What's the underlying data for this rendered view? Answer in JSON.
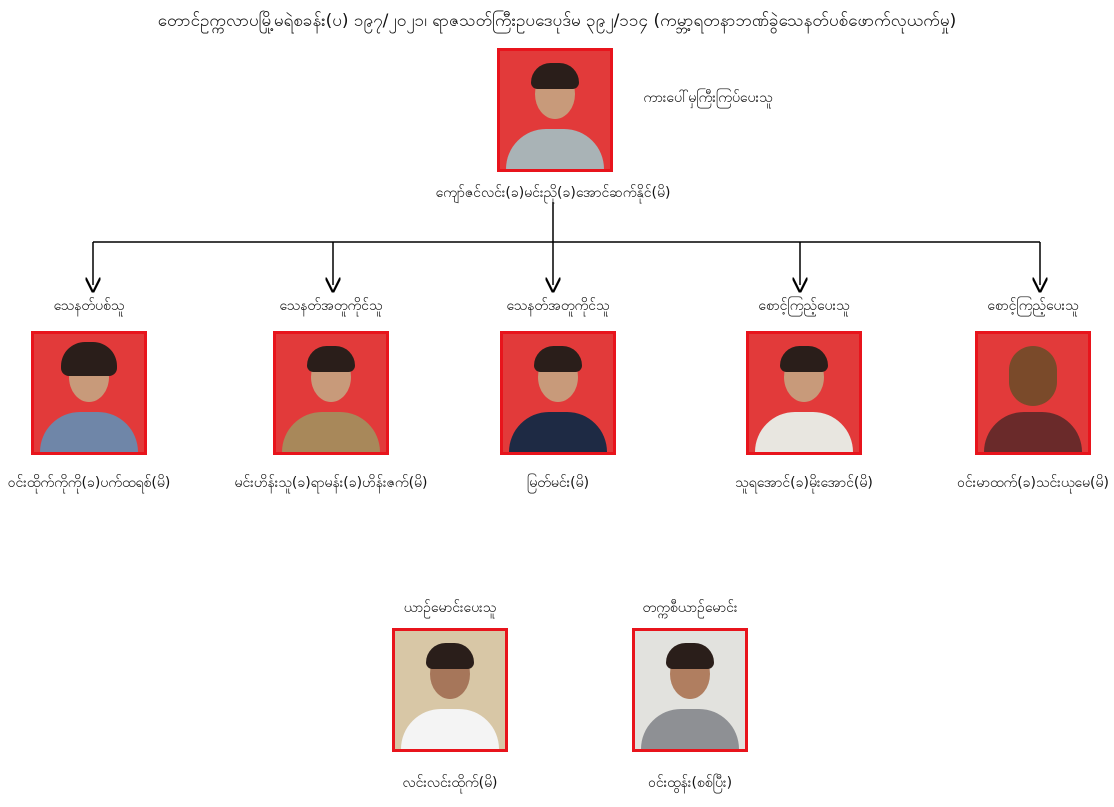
{
  "title": "တောင်ဥက္ကလာပမြို့မရဲစခန်း(ပ) ၁၉၇/၂၀၂၁၊ ရာဇသတ်ကြီးဥပဒေပုဒ်မ ၃၉၂/၁၁၄ (ကမ္ဘာ့ရတနာဘဏ်ခွဲသေနတ်ပစ်ဖောက်လုယက်မှု)",
  "leader": {
    "role": "ကားပေါ်မှကြီးကြပ်ပေးသူ",
    "name": "ကျော်ဇင်လင်း(ခ)မင်းညို(ခ)အောင်ဆက်နိုင်(မိ)"
  },
  "members": [
    {
      "role": "သေနတ်ပစ်သူ",
      "name": "ဝင်းထိုက်ကိုကို(ခ)ပက်ထရစ်(မိ)",
      "shirt": "#6f86a8"
    },
    {
      "role": "သေနတ်အတူကိုင်သူ",
      "name": "မင်းဟိန်းသူ(ခ)ရာမန်း(ခ)ဟိန်းဇက်(မိ)",
      "shirt": "#a8885a"
    },
    {
      "role": "သေနတ်အတူကိုင်သူ",
      "name": "မြတ်မင်း(မိ)",
      "shirt": "#1e2a44"
    },
    {
      "role": "စောင့်ကြည့်ပေးသူ",
      "name": "သူရအောင်(ခ)မိုးအောင်(မိ)",
      "shirt": "#e8e6e0"
    },
    {
      "role": "စောင့်ကြည့်ပေးသူ",
      "name": "ဝင်းမာထက်(ခ)သင်းယုမေ(မိ)",
      "shirt": "#6a2a2a"
    }
  ],
  "drivers": [
    {
      "role": "ယာဉ်မောင်းပေးသူ",
      "name": "လင်းလင်းထိုက်(မိ)",
      "shirt": "#f4f4f4"
    },
    {
      "role": "တက္ကစီယာဉ်မောင်း",
      "name": "ဝင်းထွန်း(စစ်ပြီး)",
      "shirt": "#8e9094"
    }
  ],
  "colors": {
    "border": "#e8141c",
    "background_red": "#e23a3a"
  }
}
